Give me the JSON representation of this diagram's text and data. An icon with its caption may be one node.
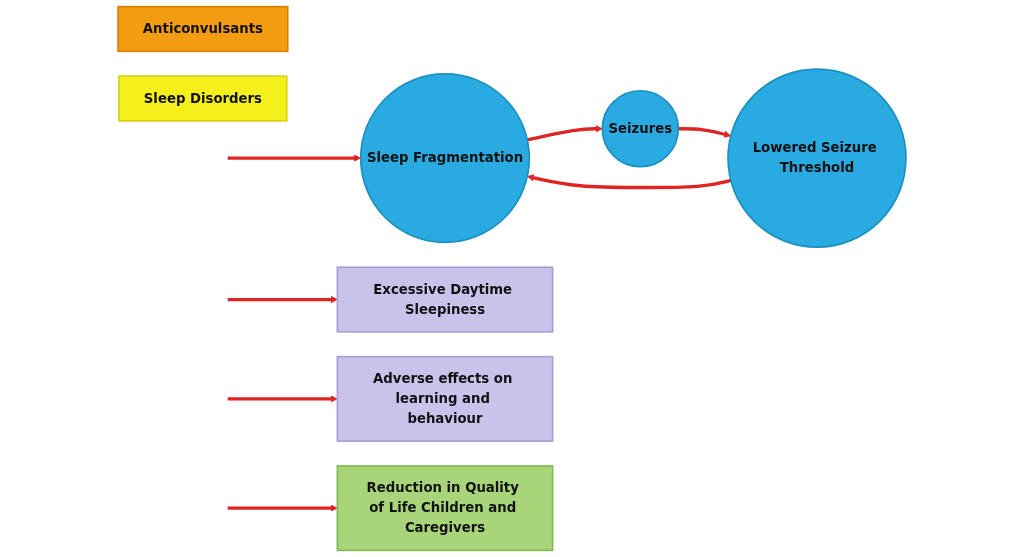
{
  "diagram": {
    "nodes": [
      {
        "text": [
          "Anticonvulsants"
        ]
      },
      {
        "text": [
          "Sleep Disorders"
        ]
      },
      {
        "text": [
          "Sleep Fragmentation"
        ]
      },
      {
        "text": [
          "Seizures"
        ]
      },
      {
        "text": [
          "Lowered Seizure Threshold"
        ]
      },
      {
        "text": [
          "Excessive Daytime Sleepiness"
        ]
      },
      {
        "text": [
          "Adverse effects on learning and behaviour"
        ]
      },
      {
        "text": [
          "Reduction in Quality of Life Children and Caregivers"
        ]
      }
    ],
    "edges": [
      {
        "from": null,
        "to": 2,
        "arrow": "to"
      },
      {
        "from": 2,
        "to": 3,
        "arrow": "to"
      },
      {
        "from": 3,
        "to": 4,
        "arrow": "to"
      },
      {
        "from": 4,
        "to": 2,
        "arrow": "to"
      },
      {
        "from": null,
        "to": 5,
        "arrow": "to"
      },
      {
        "from": null,
        "to": 6,
        "arrow": "to"
      },
      {
        "from": null,
        "to": 7,
        "arrow": "to"
      }
    ]
  }
}
